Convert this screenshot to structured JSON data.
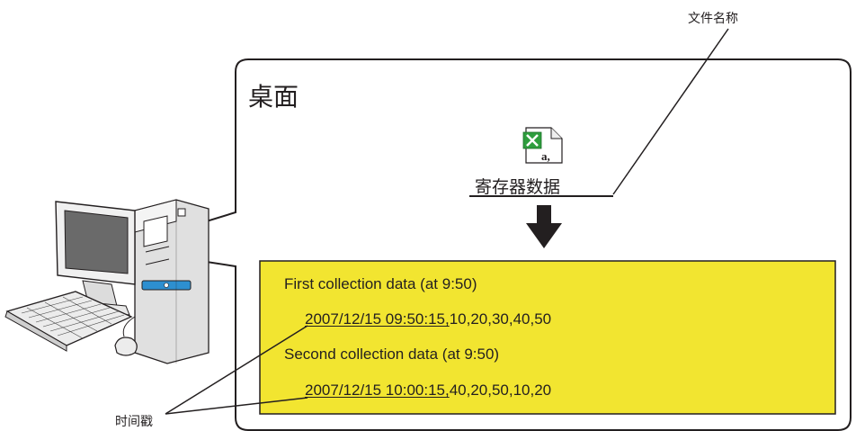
{
  "desktop": {
    "title": "桌面"
  },
  "file": {
    "callout_label": "文件名称",
    "name": "寄存器数据",
    "icon": "excel-csv-file-icon",
    "icon_letter": "a,"
  },
  "timestamp_label": "时间戳",
  "data_box": {
    "background": "#f2e530",
    "first_heading": "First collection data (at 9:50)",
    "first_record": {
      "timestamp": "2007/12/15 09:50:15,",
      "values": "10,20,30,40,50"
    },
    "second_heading": "Second collection data (at 9:50)",
    "second_record": {
      "timestamp": "2007/12/15 10:00:15,",
      "values": "40,20,50,10,20"
    }
  },
  "colors": {
    "screen": "#666666",
    "body": "#e6e6e6",
    "drive_button": "#2d8fd0",
    "excel_green": "#2e9e3e"
  }
}
